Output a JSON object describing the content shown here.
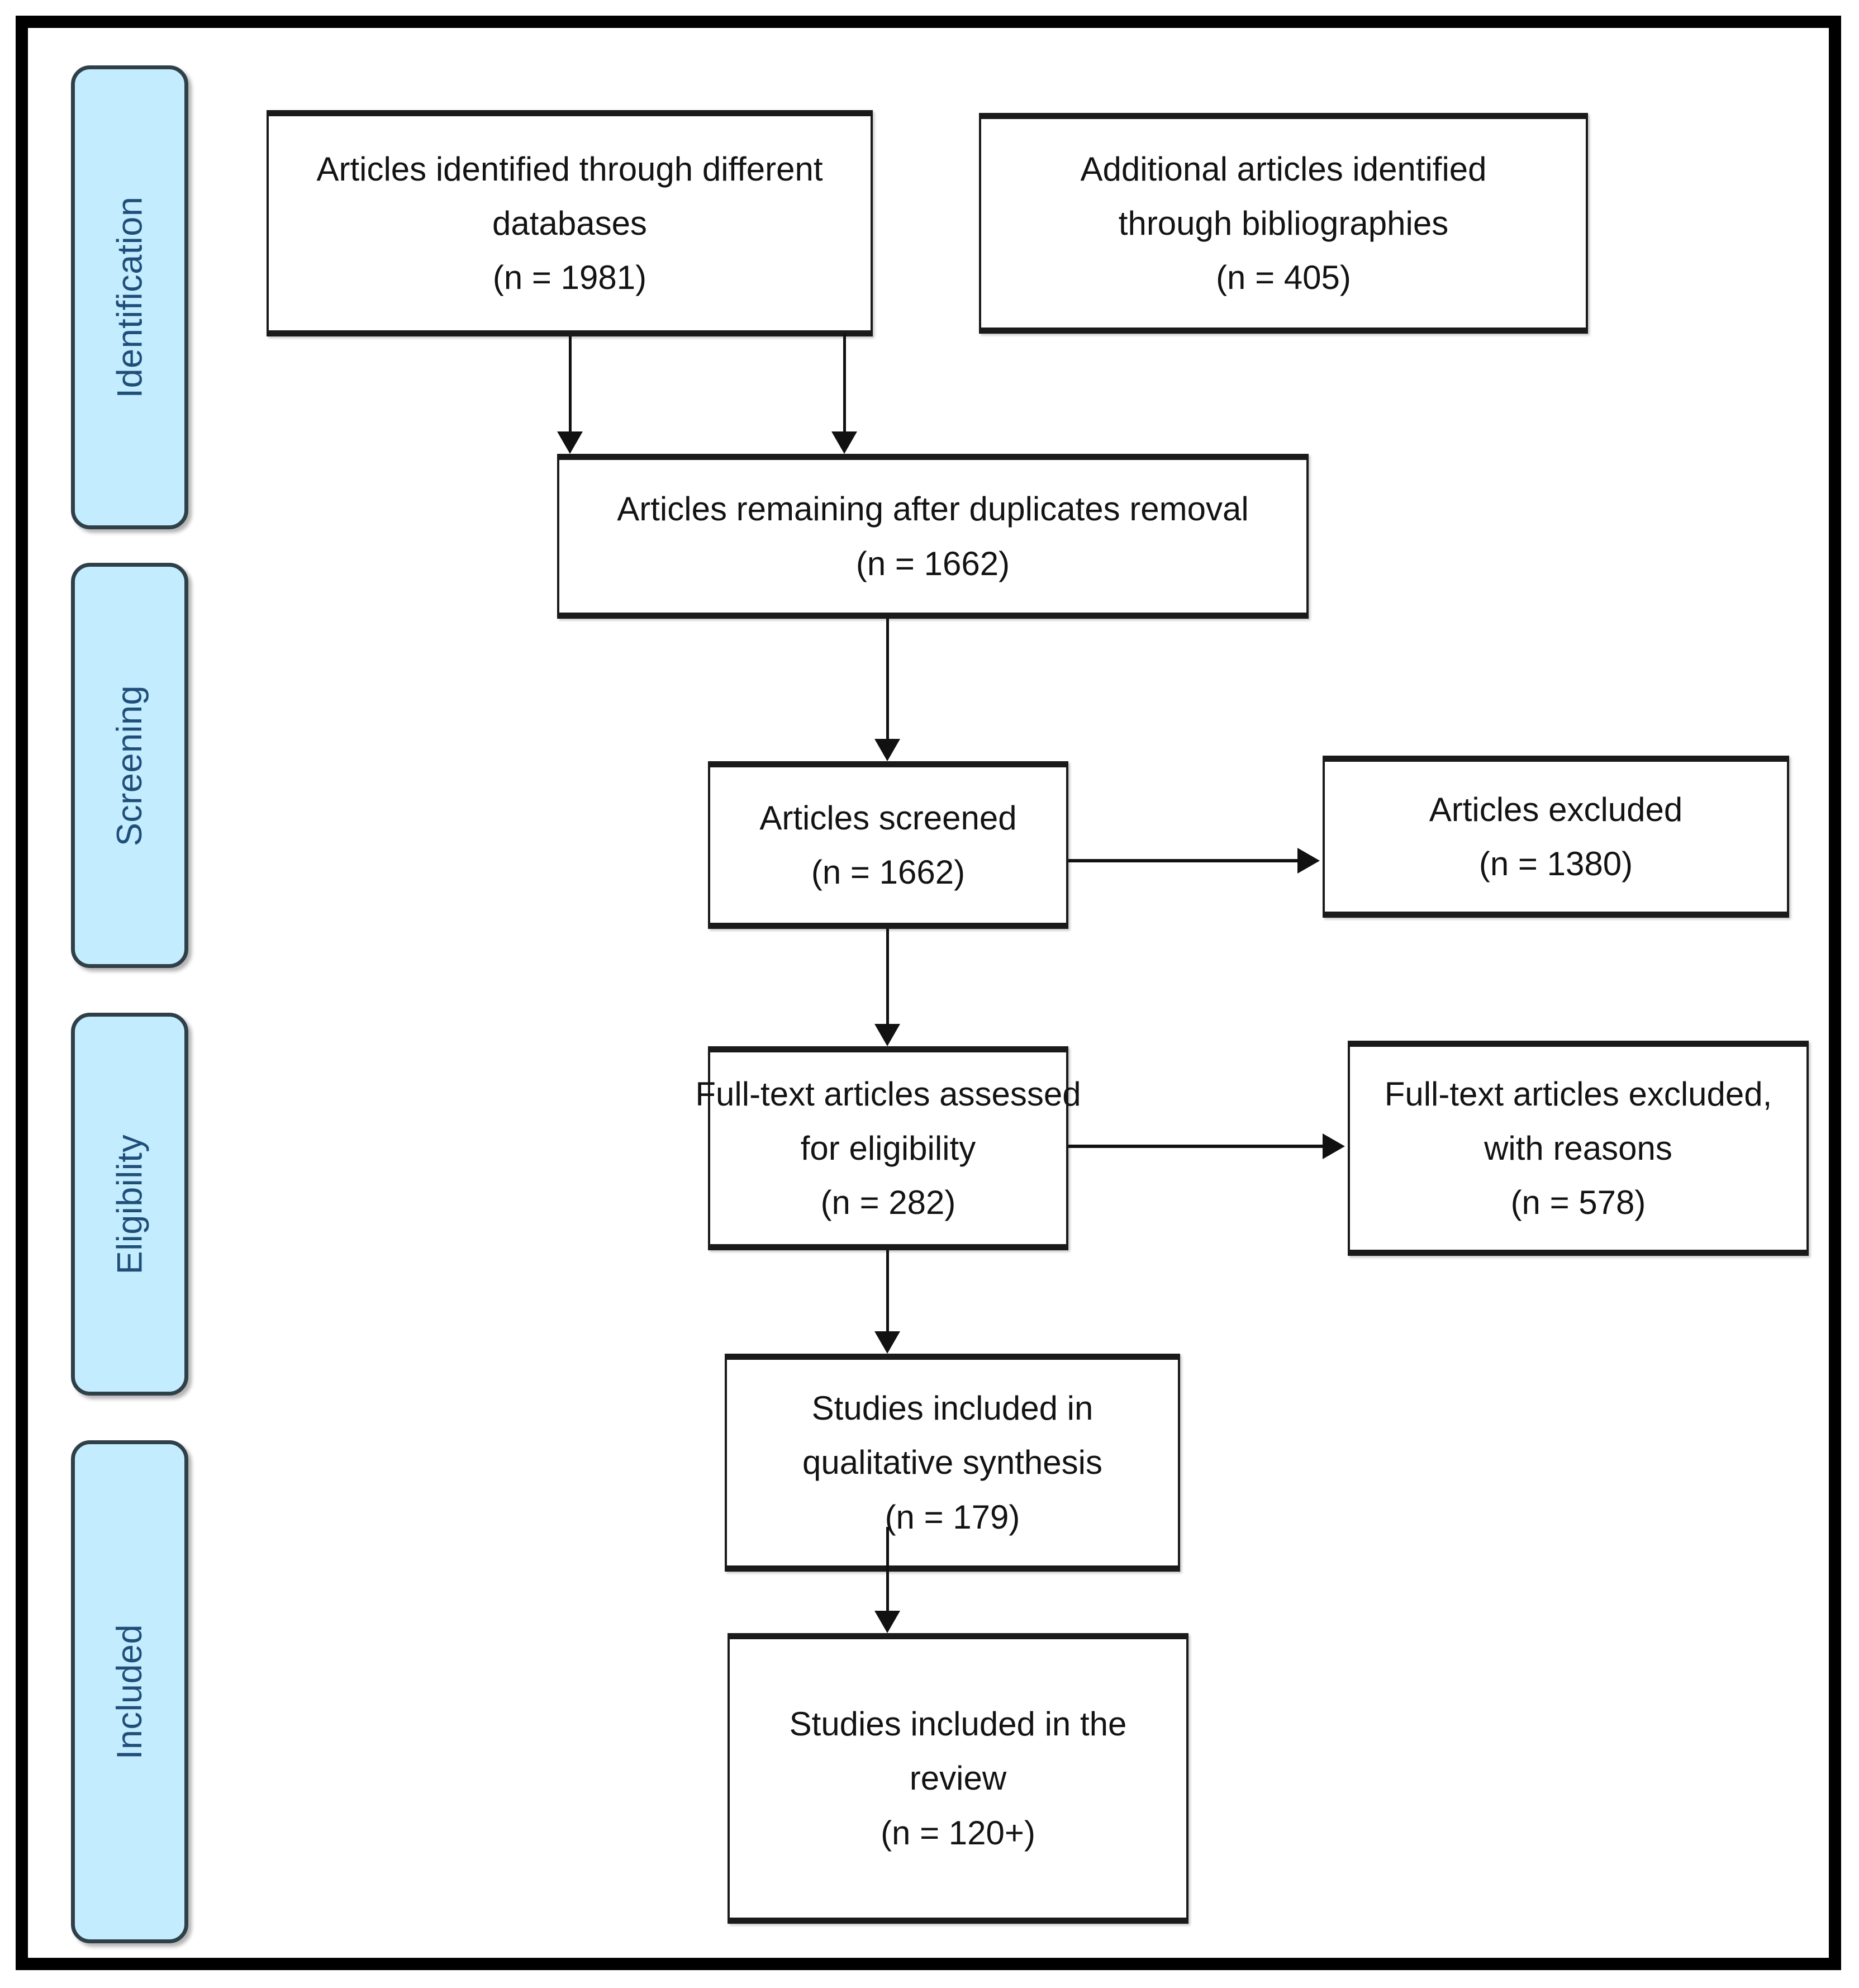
{
  "diagram": {
    "title": "PRISMA flow diagram",
    "type": "prisma-flow-chart",
    "frame_color": "#000000",
    "stage_fill_color": "#c4ecff",
    "stage_border_color": "#2f4049",
    "stage_text_color": "#1f4e79",
    "box_border_color": "#1a1a1a",
    "box_text_color": "#131313"
  },
  "stages": [
    {
      "id": "identification",
      "label": "Identification"
    },
    {
      "id": "screening",
      "label": "Screening"
    },
    {
      "id": "eligibility",
      "label": "Eligibility"
    },
    {
      "id": "included",
      "label": "Included"
    }
  ],
  "nodes": {
    "databases": {
      "lines": [
        "Articles identified through different",
        "databases",
        "(n =  1981)"
      ],
      "count": 1981,
      "stage": "identification"
    },
    "bibliographies": {
      "lines": [
        "Additional articles identified",
        "through bibliographies",
        "(n =  405)"
      ],
      "count": 405,
      "stage": "identification"
    },
    "duplicates_removed": {
      "lines": [
        "Articles remaining after duplicates removal",
        "(n =  1662)"
      ],
      "count": 1662,
      "stage": "identification"
    },
    "screened": {
      "lines": [
        "Articles screened",
        "(n = 1662)"
      ],
      "count": 1662,
      "stage": "screening"
    },
    "excluded": {
      "lines": [
        "Articles excluded",
        "(n =  1380)"
      ],
      "count": 1380,
      "stage": "screening"
    },
    "fulltext_assessed": {
      "lines": [
        "Full-text articles assessed",
        "for eligibility",
        "(n =  282)"
      ],
      "count": 282,
      "stage": "eligibility"
    },
    "fulltext_excluded": {
      "lines": [
        "Full-text articles excluded,",
        "with reasons",
        "(n = 578)"
      ],
      "count": 578,
      "stage": "eligibility"
    },
    "qualitative_synthesis": {
      "lines": [
        "Studies included in",
        "qualitative synthesis",
        "(n = 179)"
      ],
      "count": 179,
      "stage": "included"
    },
    "review": {
      "lines": [
        "Studies included in the",
        "review",
        "(n = 120+)"
      ],
      "count": "120+",
      "stage": "included"
    }
  },
  "edges": [
    {
      "from": "databases",
      "to": "duplicates_removed",
      "direction": "down"
    },
    {
      "from": "bibliographies",
      "to": "duplicates_removed",
      "direction": "down"
    },
    {
      "from": "duplicates_removed",
      "to": "screened",
      "direction": "down"
    },
    {
      "from": "screened",
      "to": "excluded",
      "direction": "right"
    },
    {
      "from": "screened",
      "to": "fulltext_assessed",
      "direction": "down"
    },
    {
      "from": "fulltext_assessed",
      "to": "fulltext_excluded",
      "direction": "right"
    },
    {
      "from": "fulltext_assessed",
      "to": "qualitative_synthesis",
      "direction": "down"
    },
    {
      "from": "qualitative_synthesis",
      "to": "review",
      "direction": "down"
    }
  ]
}
